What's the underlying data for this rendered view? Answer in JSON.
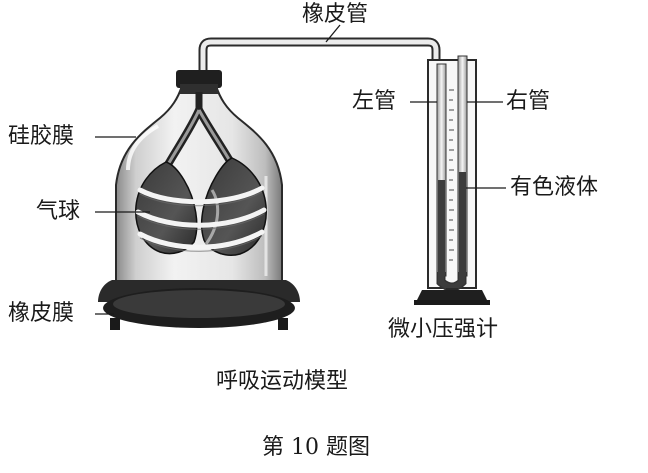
{
  "labels": {
    "rubber_tube": "橡皮管",
    "silicone_membrane": "硅胶膜",
    "balloon": "气球",
    "rubber_membrane": "橡皮膜",
    "left_tube": "左管",
    "right_tube": "右管",
    "colored_liquid": "有色液体",
    "micro_manometer": "微小压强计"
  },
  "captions": {
    "model": "呼吸运动模型",
    "figure": "第 10 题图"
  }
}
